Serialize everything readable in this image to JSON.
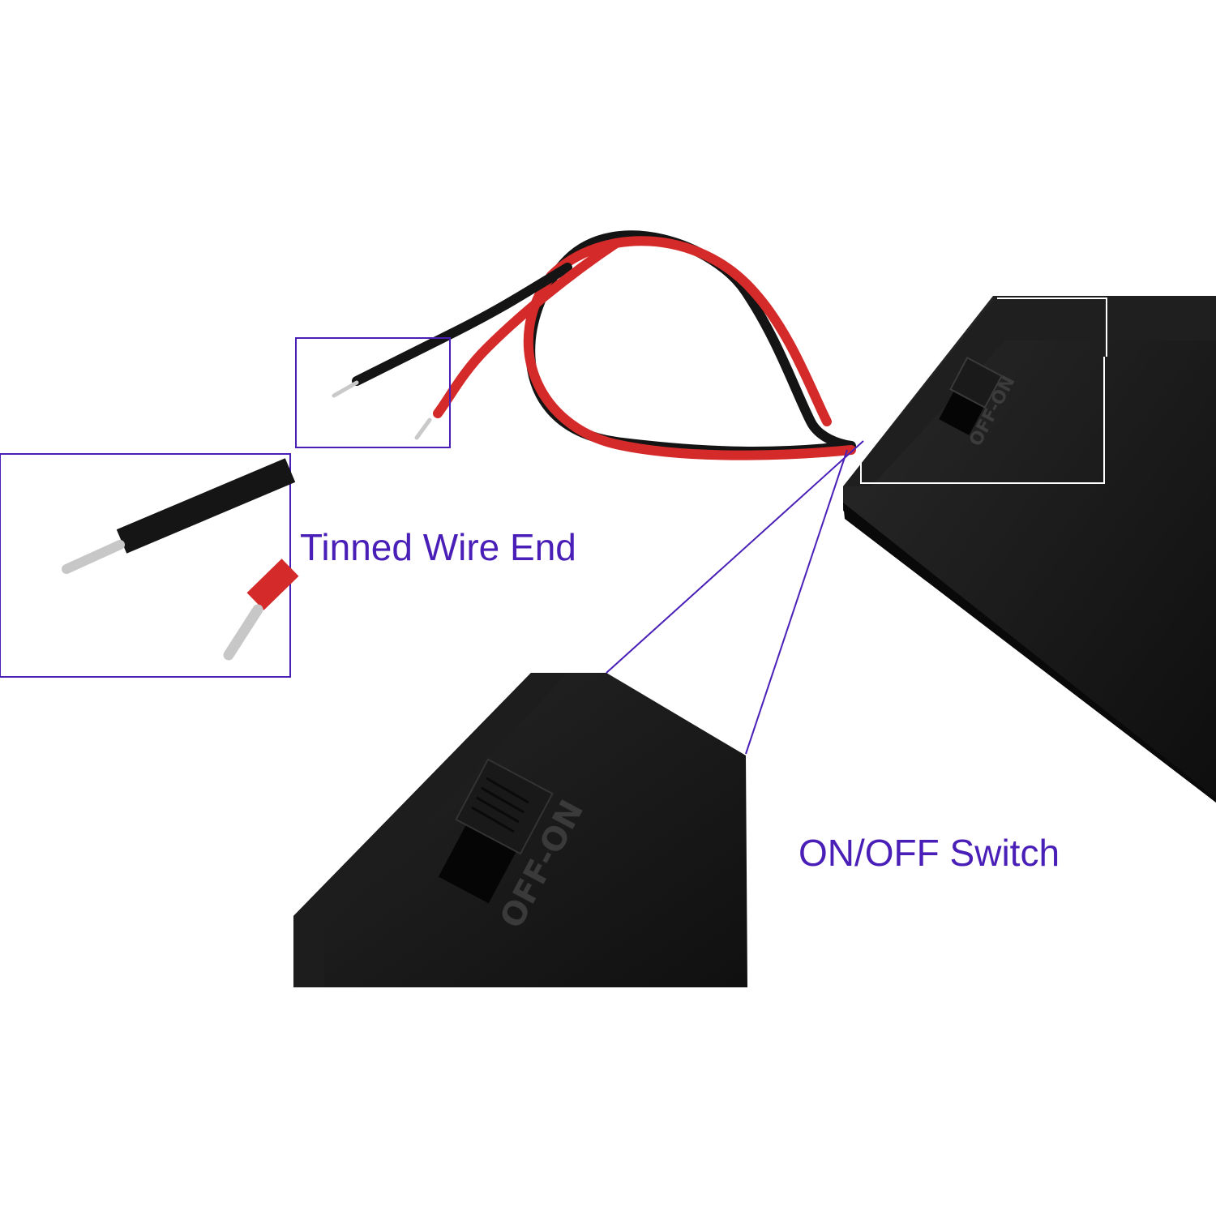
{
  "labels": {
    "tinned_wire_end": "Tinned Wire End",
    "on_off_switch": "ON/OFF Switch"
  },
  "switch_marking": "OFF-ON",
  "colors": {
    "callout_line": "#4a1fb8",
    "caption_text": "#4a1fb8",
    "holder_body": "#141414",
    "wire_red": "#d42a2a",
    "wire_black": "#141414",
    "tinned_tip": "#c9c9c9"
  },
  "icons": {
    "battery_holder": "battery-holder-photo",
    "switch": "slide-switch"
  }
}
